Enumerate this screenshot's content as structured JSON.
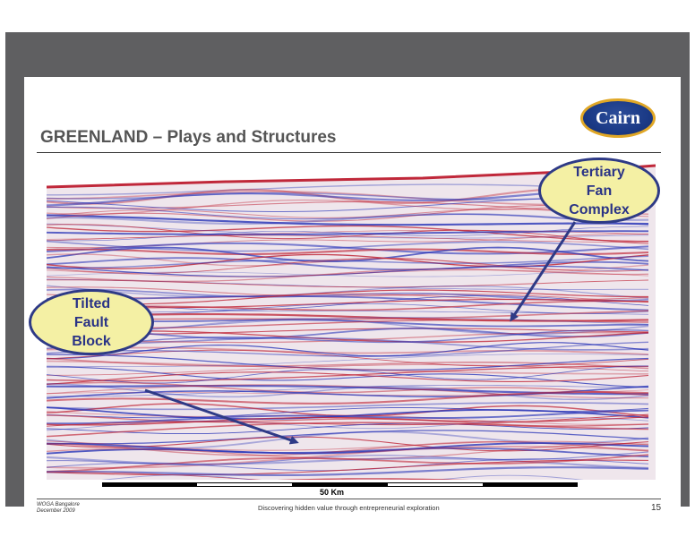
{
  "slide": {
    "title": "GREENLAND – Plays and Structures",
    "logo_text": "Cairn",
    "callouts": {
      "tertiary": [
        "Tertiary",
        "Fan",
        "Complex"
      ],
      "tilted": [
        "Tilted",
        "Fault",
        "Block"
      ]
    },
    "scale_label": "50 Km",
    "footer": {
      "event": "WOGA Bangalore",
      "date": "December 2009",
      "tagline": "Discovering hidden value through entrepreneurial exploration",
      "page_number": "15"
    }
  },
  "colors": {
    "frame": "#5f5f61",
    "title": "#555555",
    "callout_fill": "#f4f0a4",
    "callout_border": "#2e3a86",
    "seismic_red": "#c0283a",
    "seismic_blue": "#2a36b8",
    "logo_blue": "#1b3a86",
    "logo_gold": "#e0a726"
  }
}
